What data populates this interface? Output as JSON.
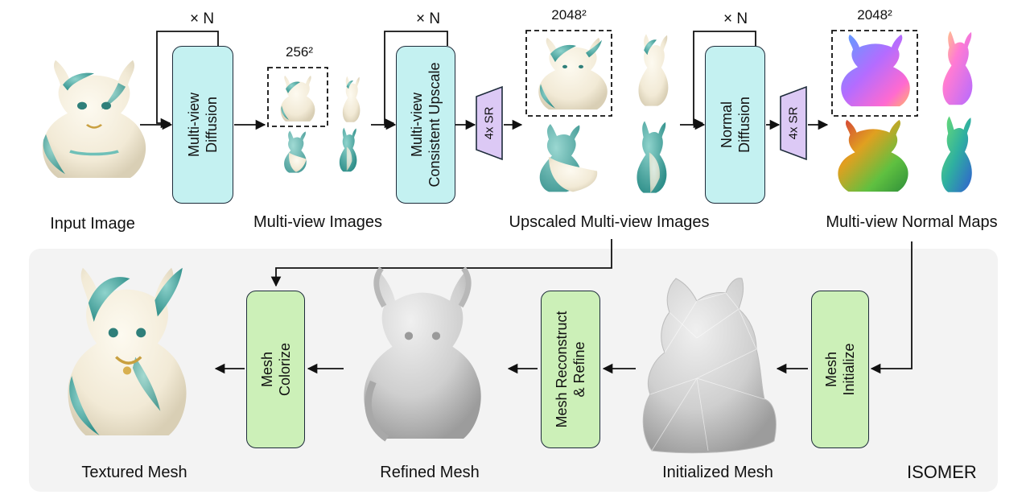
{
  "colors": {
    "diffusion_box": "#c4f1f1",
    "mesh_box": "#ccf0b8",
    "sr_block": "#dcc9f5",
    "isomer_panel": "#f3f3f3"
  },
  "top_row": {
    "input_label": "Input Image",
    "multiview_diffusion": {
      "line1": "Multi-view",
      "line2": "Diffusion",
      "repeat": "× N"
    },
    "multiview_images": {
      "label": "Multi-view Images",
      "resolution": "256²"
    },
    "consistent_upscale": {
      "line1": "Multi-view",
      "line2": "Consistent Upscale",
      "repeat": "× N"
    },
    "sr_1": "4x SR",
    "upscaled_images": {
      "label": "Upscaled Multi-view Images",
      "resolution": "2048²"
    },
    "normal_diffusion": {
      "line1": "Normal",
      "line2": "Diffusion",
      "repeat": "× N"
    },
    "sr_2": "4x SR",
    "normal_maps": {
      "label": "Multi-view Normal Maps",
      "resolution": "2048²"
    }
  },
  "bottom_row": {
    "panel_title": "ISOMER",
    "mesh_initialize": {
      "line1": "Mesh",
      "line2": "Initialize"
    },
    "initialized_mesh": "Initialized Mesh",
    "mesh_reconstruct": {
      "line1": "Mesh Reconstruct",
      "line2": "& Refine"
    },
    "refined_mesh": "Refined Mesh",
    "mesh_colorize": {
      "line1": "Mesh",
      "line2": "Colorize"
    },
    "textured_mesh": "Textured Mesh"
  }
}
